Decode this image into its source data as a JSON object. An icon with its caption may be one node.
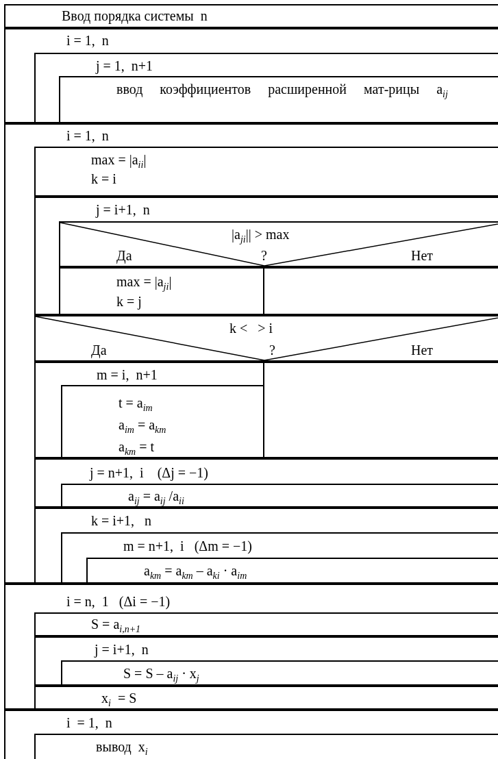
{
  "diagram": {
    "nodes": [
      {
        "text": [
          "Ввод порядка системы  n"
        ]
      },
      {
        "text": [
          "i = 1,  n"
        ]
      },
      {
        "text": [
          "j = 1,  n+1"
        ],
        "in": 1
      },
      {
        "text": [
          "ввод коэффициентов расширенной мат-рицы a$_{ij}$"
        ],
        "in": 2
      },
      {
        "text": [
          "i = 1,  n"
        ]
      },
      {
        "text": [
          "max = |a$_{ii}$|",
          "k = i"
        ],
        "in": 4
      },
      {
        "text": [
          "j = i+1,  n"
        ],
        "in": 4
      },
      {
        "text": [
          "|a$_{ji}$|| > max",
          "Да",
          "?",
          "Нет"
        ],
        "in": 6
      },
      {
        "text": [
          "max = |a$_{ji}$|",
          "k = j"
        ],
        "in": 6
      },
      {
        "text": [],
        "shape": "box",
        "in": 6
      },
      {
        "text": [
          "k <   > i",
          "Да",
          "?",
          "Нет"
        ],
        "in": 4
      },
      {
        "text": [
          "m = i,  n+1"
        ],
        "in": 4
      },
      {
        "text": [
          "t = a$_{im}$",
          "a$_{im}$ = a$_{km}$",
          "a$_{km}$ = t"
        ],
        "in": 11
      },
      {
        "text": [],
        "shape": "box",
        "in": 4
      },
      {
        "text": [
          "j = n+1,  i    (Δj = −1)"
        ],
        "in": 4
      },
      {
        "text": [
          "a$_{ij}$ = a$_{ij}$ /a$_{ii}$"
        ],
        "in": 14
      },
      {
        "text": [
          "k = i+1,   n"
        ],
        "in": 4
      },
      {
        "text": [
          "m = n+1,  i   (Δm = −1)"
        ],
        "in": 16
      },
      {
        "text": [
          "a$_{km}$ = a$_{km}$ – a$_{ki}$ · a$_{im}$"
        ],
        "in": 17
      },
      {
        "text": [
          "i = n,  1   (Δi = −1)"
        ]
      },
      {
        "text": [
          "S = a$_{i,n+1}$"
        ],
        "in": 19
      },
      {
        "text": [
          "j = i+1,  n"
        ],
        "in": 19
      },
      {
        "text": [
          "S = S – a$_{ij}$ · x$_{j}$"
        ],
        "in": 21
      },
      {
        "text": [
          "x$_{i}$  = S"
        ],
        "in": 19
      },
      {
        "text": [
          "i  = 1,  n"
        ]
      },
      {
        "text": [
          "вывод  x$_{i}$"
        ],
        "in": 24
      }
    ]
  }
}
